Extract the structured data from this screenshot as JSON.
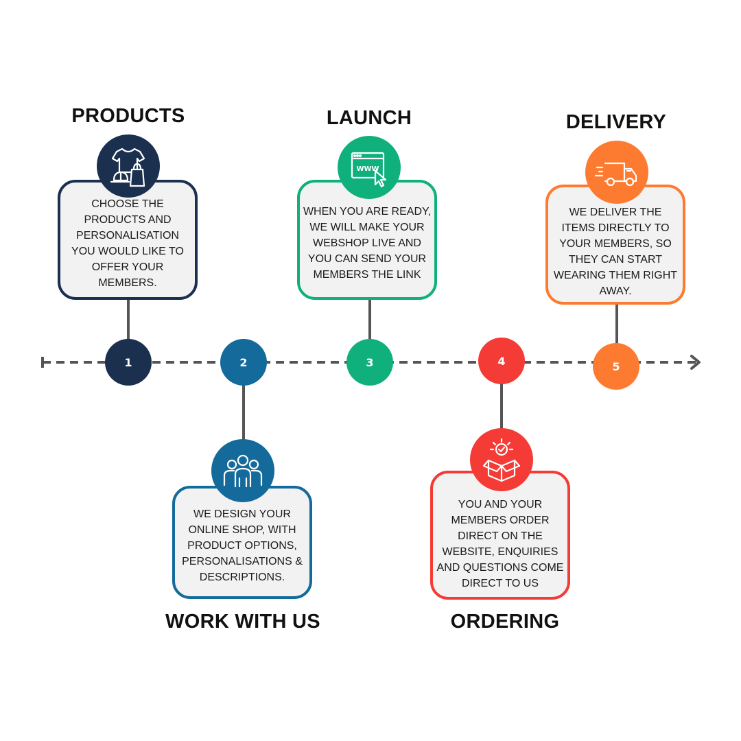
{
  "colors": {
    "navy": "#1b2f4e",
    "blue": "#146a9a",
    "green": "#10b07c",
    "red": "#f43b35",
    "orange": "#fd7b31",
    "line": "#555555",
    "box_fill": "#f2f2f2"
  },
  "steps": [
    {
      "number": "1",
      "title": "PRODUCTS",
      "text": "CHOOSE THE PRODUCTS AND PERSONALISATION YOU WOULD LIKE TO OFFER YOUR MEMBERS.",
      "icon": "clothing-shopping-icon",
      "color": "#1b2f4e"
    },
    {
      "number": "2",
      "title": "WORK WITH US",
      "text": "WE DESIGN YOUR ONLINE SHOP, WITH PRODUCT OPTIONS, PERSONALISATIONS & DESCRIPTIONS.",
      "icon": "team-icon",
      "color": "#146a9a"
    },
    {
      "number": "3",
      "title": "LAUNCH",
      "text": "WHEN YOU ARE READY, WE WILL MAKE YOUR WEBSHOP LIVE AND YOU CAN SEND YOUR MEMBERS THE LINK",
      "icon": "www-browser-icon",
      "icon_label": "WWW",
      "color": "#10b07c"
    },
    {
      "number": "4",
      "title": "ORDERING",
      "text": "YOU AND YOUR MEMBERS ORDER DIRECT ON THE WEBSITE, ENQUIRIES AND QUESTIONS COME DIRECT TO US",
      "icon": "order-box-icon",
      "color": "#f43b35"
    },
    {
      "number": "5",
      "title": "DELIVERY",
      "text": "WE DELIVER THE ITEMS DIRECTLY TO YOUR MEMBERS, SO THEY CAN START WEARING THEM RIGHT AWAY.",
      "icon": "delivery-van-icon",
      "color": "#fd7b31"
    }
  ]
}
